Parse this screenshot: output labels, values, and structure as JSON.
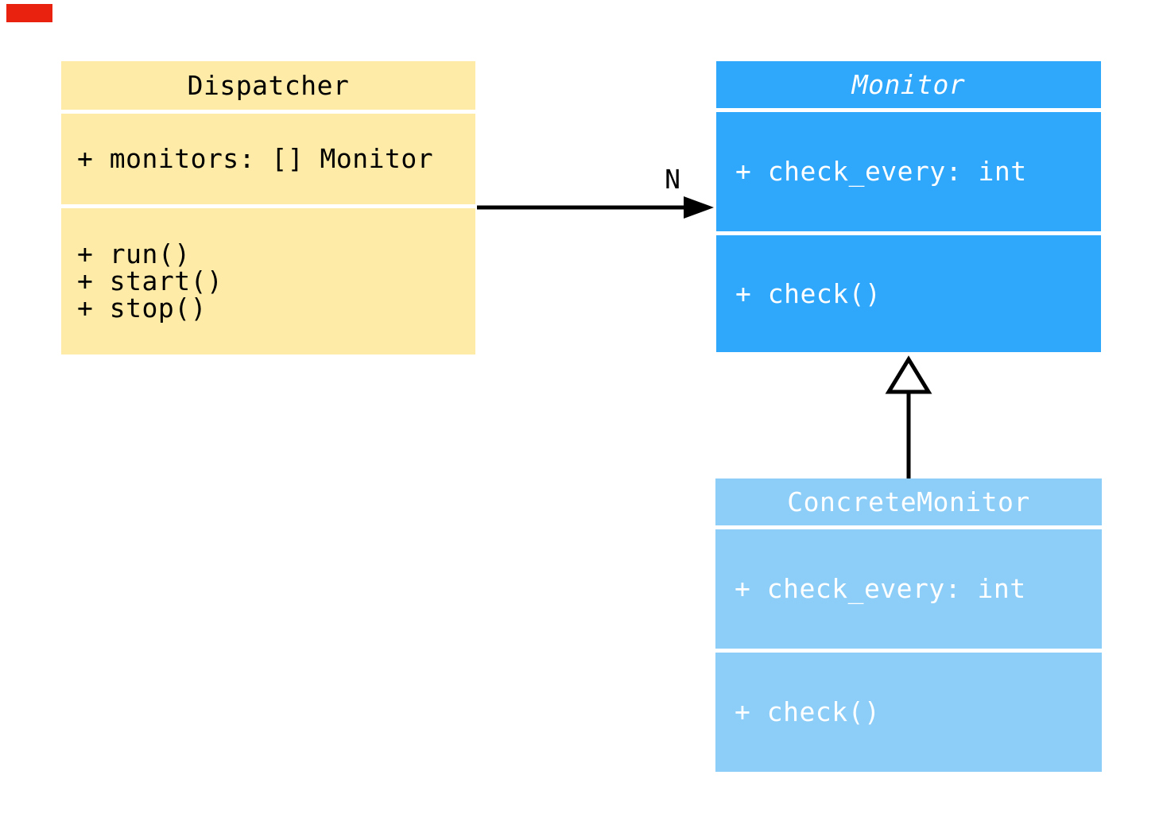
{
  "diagram": {
    "kind": "uml-class-diagram",
    "background": "#ffffff"
  },
  "marker": {
    "color": "#e8220e"
  },
  "colors": {
    "dispatcher_fill": "#fdeba7",
    "monitor_fill": "#2fa7fa",
    "concrete_monitor_fill": "#8dcef8",
    "dispatcher_text": "#000000",
    "monitor_text": "#ffffff",
    "connector": "#000000"
  },
  "classes": [
    {
      "name": "Dispatcher",
      "abstract": false,
      "fill": "#fdeba7",
      "text_color": "#000000",
      "attributes": [
        "+ monitors: [] Monitor"
      ],
      "methods": [
        "+ run()",
        "+ start()",
        "+ stop()"
      ]
    },
    {
      "name": "Monitor",
      "abstract": true,
      "fill": "#2fa7fa",
      "text_color": "#ffffff",
      "attributes": [
        "+ check_every: int"
      ],
      "methods": [
        "+ check()"
      ]
    },
    {
      "name": "ConcreteMonitor",
      "abstract": false,
      "fill": "#8dcef8",
      "text_color": "#ffffff",
      "attributes": [
        "+ check_every: int"
      ],
      "methods": [
        "+ check()"
      ]
    }
  ],
  "relations": [
    {
      "type": "association",
      "from": "Dispatcher",
      "to": "Monitor",
      "label": "N"
    },
    {
      "type": "inheritance",
      "from": "ConcreteMonitor",
      "to": "Monitor",
      "label": ""
    }
  ]
}
